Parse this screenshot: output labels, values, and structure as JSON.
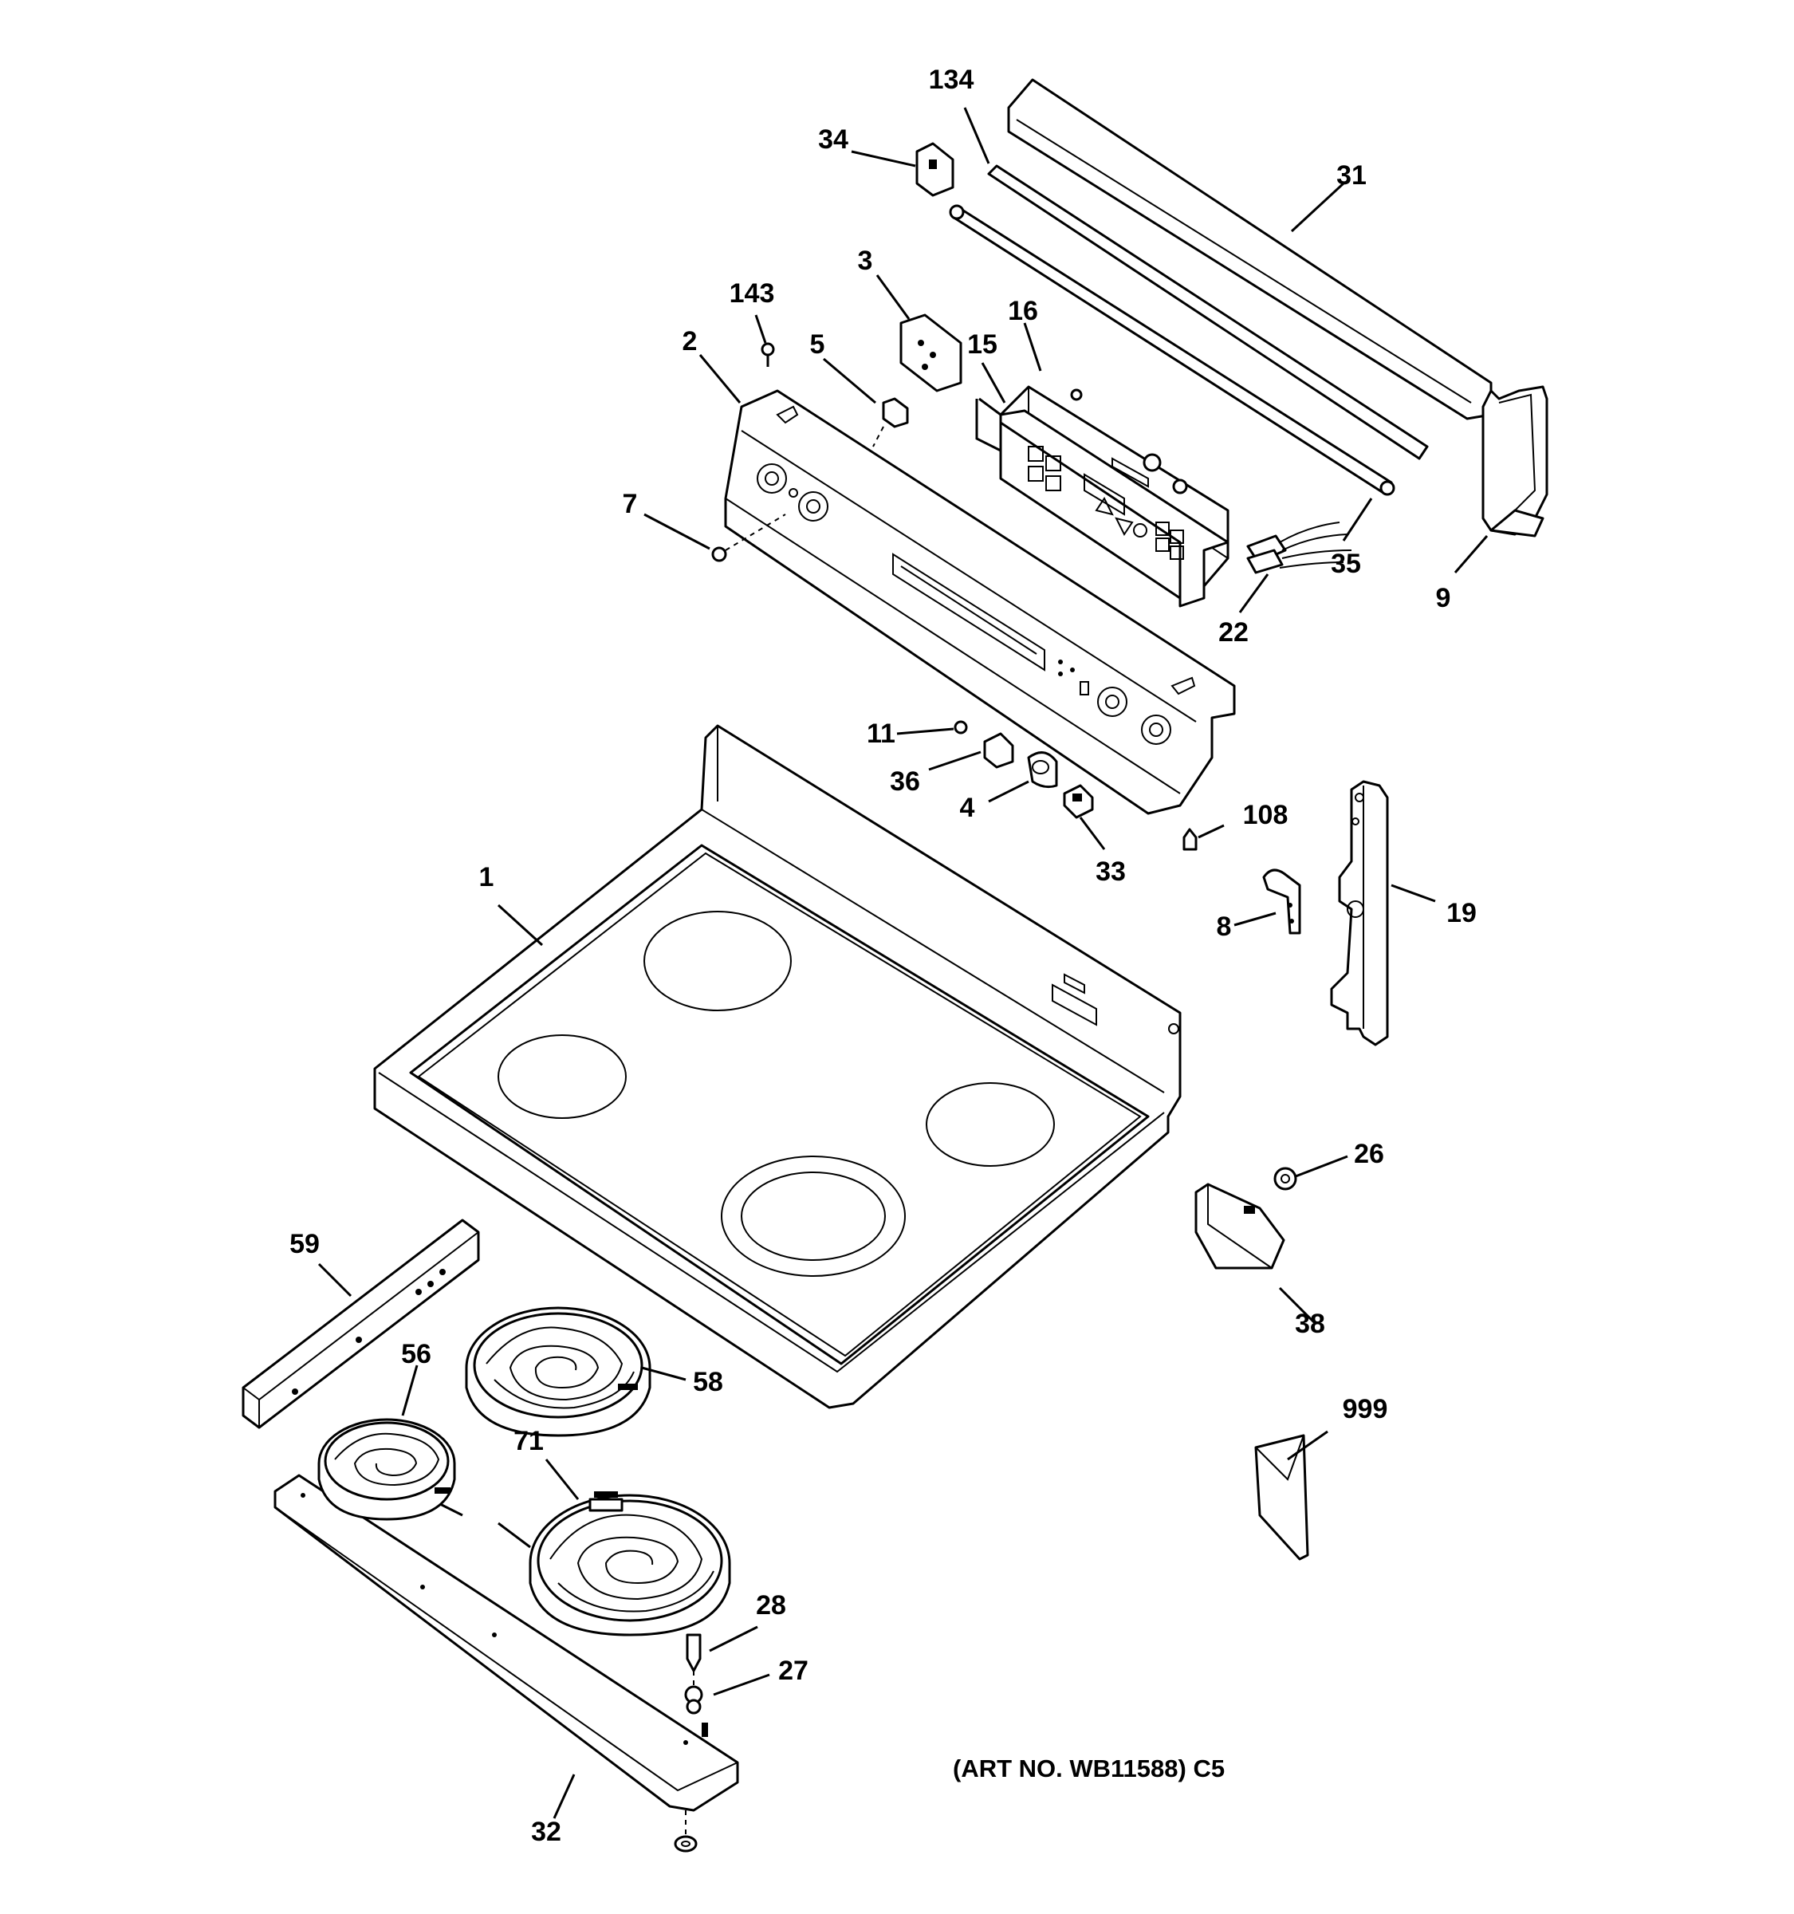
{
  "diagram": {
    "caption": "(ART NO. WB11588) C5",
    "callouts": [
      "134",
      "34",
      "31",
      "3",
      "143",
      "16",
      "2",
      "5",
      "15",
      "7",
      "35",
      "9",
      "22",
      "11",
      "36",
      "4",
      "108",
      "33",
      "1",
      "19",
      "8",
      "26",
      "59",
      "38",
      "56",
      "58",
      "999",
      "71",
      "28",
      "27",
      "32"
    ]
  }
}
